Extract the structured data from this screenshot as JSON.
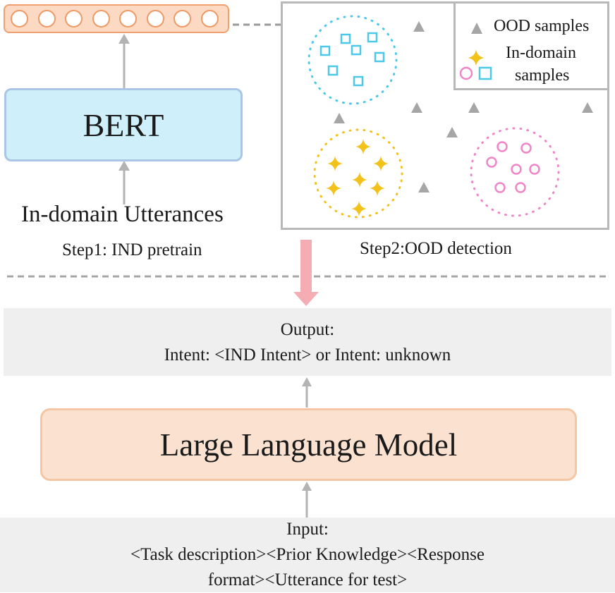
{
  "step1": {
    "model_label": "BERT",
    "input_label": "In-domain Utterances",
    "step_label": "Step1: IND pretrain"
  },
  "step2": {
    "step_label": "Step2:OOD detection",
    "legend": {
      "ood_label": "OOD samples",
      "ind_label_line1": "In-domain",
      "ind_label_line2": "samples"
    }
  },
  "output_block": {
    "heading": "Output:",
    "text": "Intent: <IND Intent> or Intent: unknown"
  },
  "llm": {
    "label": "Large Language Model"
  },
  "input_block": {
    "heading": "Input:",
    "line1": "<Task description><Prior Knowledge><Response",
    "line2": "format><Utterance for test>"
  },
  "colors": {
    "ood_marker": "#a6a6a6",
    "cluster_square": "#4cc8e8",
    "cluster_star": "#f2c21b",
    "cluster_circle": "#ee86c8",
    "embedding_border": "#ee9a66",
    "bert_fill": "#cfeffb",
    "llm_fill": "#fbe1d0",
    "transition_arrow": "#f4aeb3"
  }
}
